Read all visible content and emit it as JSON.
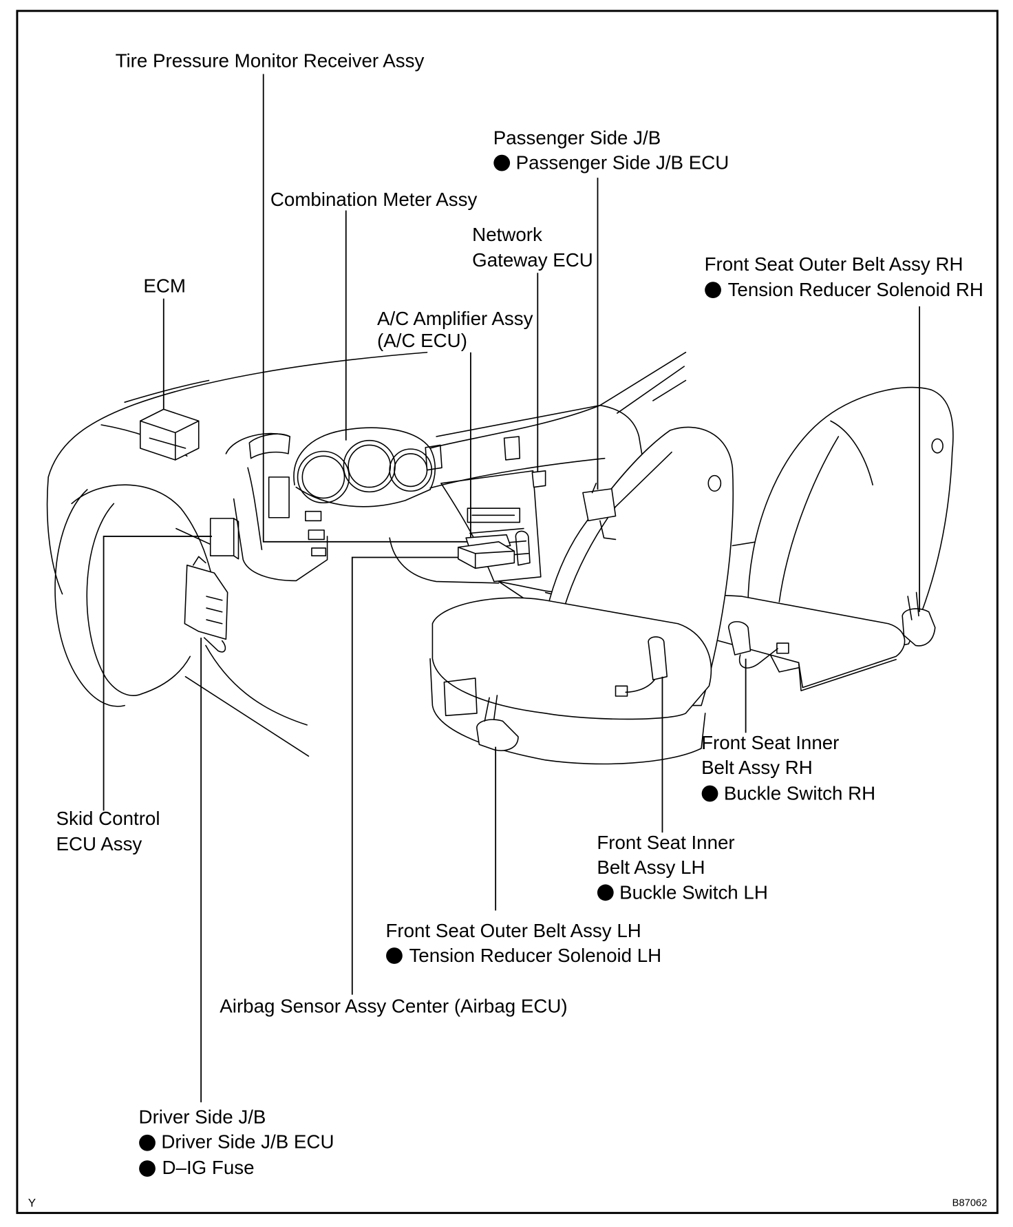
{
  "labels": {
    "tire_pressure_receiver": "Tire Pressure Monitor Receiver Assy",
    "passenger_jb": {
      "title": "Passenger Side J/B",
      "items": [
        "Passenger Side J/B ECU"
      ]
    },
    "combination_meter": "Combination Meter Assy",
    "network_gateway": {
      "lines": [
        "Network",
        "Gateway ECU"
      ]
    },
    "front_seat_outer_belt_rh": {
      "title": "Front Seat Outer Belt Assy RH",
      "items": [
        "Tension Reducer Solenoid RH"
      ]
    },
    "ecm": "ECM",
    "ac_amplifier": {
      "lines": [
        "A/C Amplifier Assy",
        "(A/C ECU)"
      ]
    },
    "front_seat_inner_belt_rh": {
      "lines": [
        "Front Seat Inner",
        "Belt Assy RH"
      ],
      "items": [
        "Buckle Switch RH"
      ]
    },
    "skid_control": {
      "lines": [
        "Skid Control",
        "ECU Assy"
      ]
    },
    "front_seat_inner_belt_lh": {
      "lines": [
        "Front Seat Inner",
        "Belt Assy LH"
      ],
      "items": [
        "Buckle Switch LH"
      ]
    },
    "front_seat_outer_belt_lh": {
      "title": "Front Seat Outer Belt Assy LH",
      "items": [
        "Tension Reducer Solenoid LH"
      ]
    },
    "airbag_sensor": "Airbag Sensor Assy Center (Airbag ECU)",
    "driver_jb": {
      "title": "Driver Side J/B",
      "items": [
        "Driver Side J/B ECU",
        "D–IG Fuse"
      ]
    }
  },
  "footer": {
    "view_code": "Y",
    "figure_id": "B87062"
  },
  "icons": {
    "bullet": "bullet-icon"
  }
}
